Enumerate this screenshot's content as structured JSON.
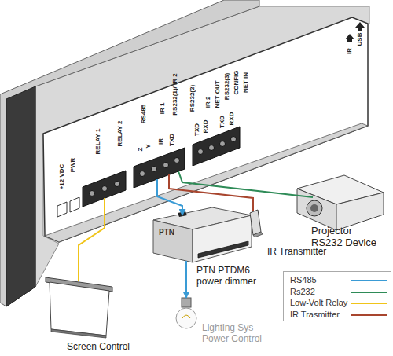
{
  "diagram": {
    "nodes": [
      {
        "text": [
          "PWR",
          "+12 VDC",
          "RELAY 1",
          "RELAY 2",
          "RS485",
          "Z",
          "Y",
          "IR 1",
          "IR",
          "RS232(1)/ IR 2",
          "TXD",
          "RS232(2)",
          "TXD",
          "RXD",
          "IR 2",
          "NET OUT",
          "RS232(3)",
          "CONFIG",
          "NET IN",
          "TXD",
          "RXD",
          "IR",
          "USB"
        ]
      },
      {
        "text": [
          "Screen Control"
        ]
      },
      {
        "text": [
          "PTN",
          "PTN PTDM6 power dimmer"
        ]
      },
      {
        "text": [
          "Lighting Sys Power Control"
        ]
      },
      {
        "text": [
          "IR Transmitter"
        ]
      },
      {
        "text": [
          "Projector RS232 Device"
        ]
      }
    ],
    "edges": [
      {
        "from": 0,
        "to": 1,
        "arrow": "none"
      },
      {
        "from": 0,
        "to": 2,
        "arrow": "to"
      },
      {
        "from": 2,
        "to": 3,
        "arrow": "to"
      },
      {
        "from": 0,
        "to": 4,
        "arrow": "none"
      },
      {
        "from": 0,
        "to": 5,
        "arrow": "none"
      }
    ],
    "legend": [
      {
        "text": "RS485"
      },
      {
        "text": "Rs232"
      },
      {
        "text": "Low-Volt Relay"
      },
      {
        "text": "IR Trasmitter"
      }
    ]
  }
}
